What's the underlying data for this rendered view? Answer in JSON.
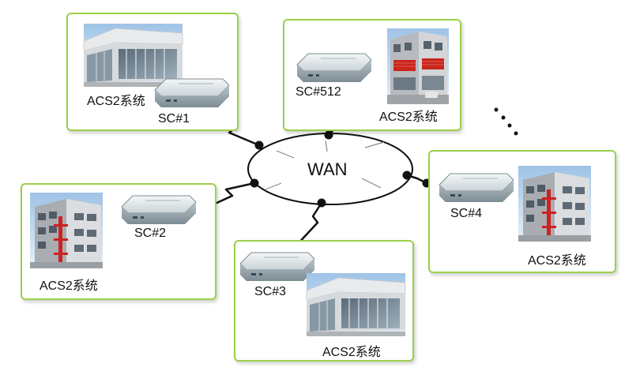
{
  "network": {
    "label": "WAN"
  },
  "sites": [
    {
      "id": "sc1",
      "controller": "SC#1",
      "system": "ACS2系统"
    },
    {
      "id": "sc512",
      "controller": "SC#512",
      "system": "ACS2系统"
    },
    {
      "id": "sc2",
      "controller": "SC#2",
      "system": "ACS2系统"
    },
    {
      "id": "sc3",
      "controller": "SC#3",
      "system": "ACS2系统"
    },
    {
      "id": "sc4",
      "controller": "SC#4",
      "system": "ACS2系统"
    }
  ],
  "colors": {
    "box_border": "#9bd04a",
    "link": "#111111",
    "node": "#111111",
    "building_accent": "#cc2222"
  },
  "icons": {
    "controller": "controller-device-icon",
    "building": "building-icon"
  }
}
